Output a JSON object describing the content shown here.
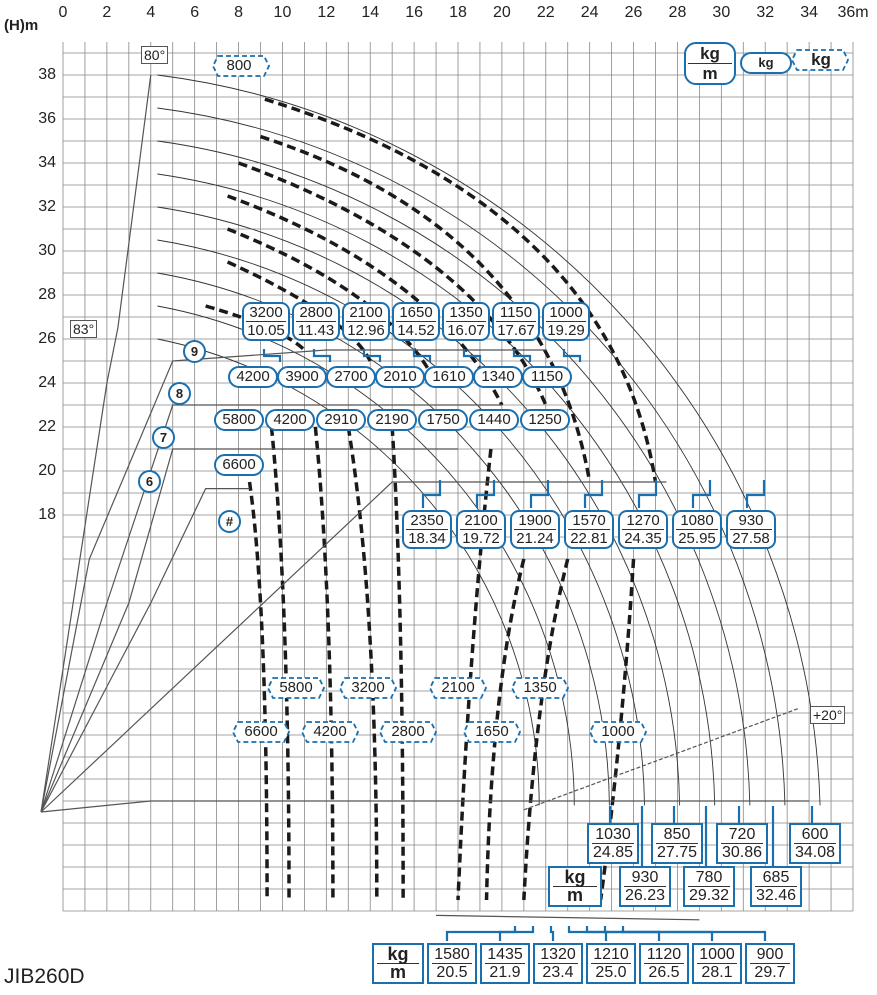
{
  "title": "JIB260D",
  "units": {
    "x": "36m",
    "y_label": "(H)m"
  },
  "legend": {
    "frac_unit_top": "kg",
    "frac_unit_bottom": "m",
    "pill_unit": "kg",
    "hex_unit": "kg"
  },
  "angles": {
    "a80": "80°",
    "a83": "83°",
    "a20": "+20°"
  },
  "markers": {
    "m9": "9",
    "m8": "8",
    "m7": "7",
    "m6": "6",
    "hash": "#"
  },
  "chart_data": {
    "type": "crane-load-chart",
    "title": "JIB260D",
    "xlabel": "m",
    "ylabel": "(H)m",
    "x_ticks": [
      0,
      2,
      4,
      6,
      8,
      10,
      12,
      14,
      16,
      18,
      20,
      22,
      24,
      26,
      28,
      30,
      32,
      34,
      36
    ],
    "y_ticks": [
      18,
      20,
      22,
      24,
      26,
      28,
      30,
      32,
      34,
      36,
      38
    ],
    "xlim": [
      0,
      36
    ],
    "ylim": [
      0,
      40
    ],
    "top_curve_label_kg": "800",
    "upper_jib_load_at_radius": [
      {
        "kg": "3200",
        "m": "10.05"
      },
      {
        "kg": "2800",
        "m": "11.43"
      },
      {
        "kg": "2100",
        "m": "12.96"
      },
      {
        "kg": "1650",
        "m": "14.52"
      },
      {
        "kg": "1350",
        "m": "16.07"
      },
      {
        "kg": "1150",
        "m": "17.67"
      },
      {
        "kg": "1000",
        "m": "19.29"
      }
    ],
    "row9_kg": [
      "4200",
      "3900",
      "2700",
      "2010",
      "1610",
      "1340",
      "1150"
    ],
    "row8_kg": [
      "5800",
      "4200",
      "2910",
      "2190",
      "1750",
      "1440",
      "1250"
    ],
    "row7_kg": [
      "6600"
    ],
    "mid_jib_load_at_radius": [
      {
        "kg": "2350",
        "m": "18.34"
      },
      {
        "kg": "2100",
        "m": "19.72"
      },
      {
        "kg": "1900",
        "m": "21.24"
      },
      {
        "kg": "1570",
        "m": "22.81"
      },
      {
        "kg": "1270",
        "m": "24.35"
      },
      {
        "kg": "1080",
        "m": "25.95"
      },
      {
        "kg": "930",
        "m": "27.58"
      }
    ],
    "curve_labels_upper": [
      "5800",
      "3200",
      "2100",
      "1350"
    ],
    "curve_labels_lower": [
      "6600",
      "4200",
      "2800",
      "1650",
      "1000"
    ],
    "horizontal_load_at_radius": [
      {
        "kg": "1030",
        "m": "24.85"
      },
      {
        "kg": "930",
        "m": "26.23"
      },
      {
        "kg": "850",
        "m": "27.75"
      },
      {
        "kg": "780",
        "m": "29.32"
      },
      {
        "kg": "720",
        "m": "30.86"
      },
      {
        "kg": "685",
        "m": "32.46"
      },
      {
        "kg": "600",
        "m": "34.08"
      }
    ],
    "bottom_table": [
      {
        "kg": "1580",
        "m": "20.5"
      },
      {
        "kg": "1435",
        "m": "21.9"
      },
      {
        "kg": "1320",
        "m": "23.4"
      },
      {
        "kg": "1210",
        "m": "25.0"
      },
      {
        "kg": "1120",
        "m": "26.5"
      },
      {
        "kg": "1000",
        "m": "28.1"
      },
      {
        "kg": "900",
        "m": "29.7"
      }
    ]
  }
}
